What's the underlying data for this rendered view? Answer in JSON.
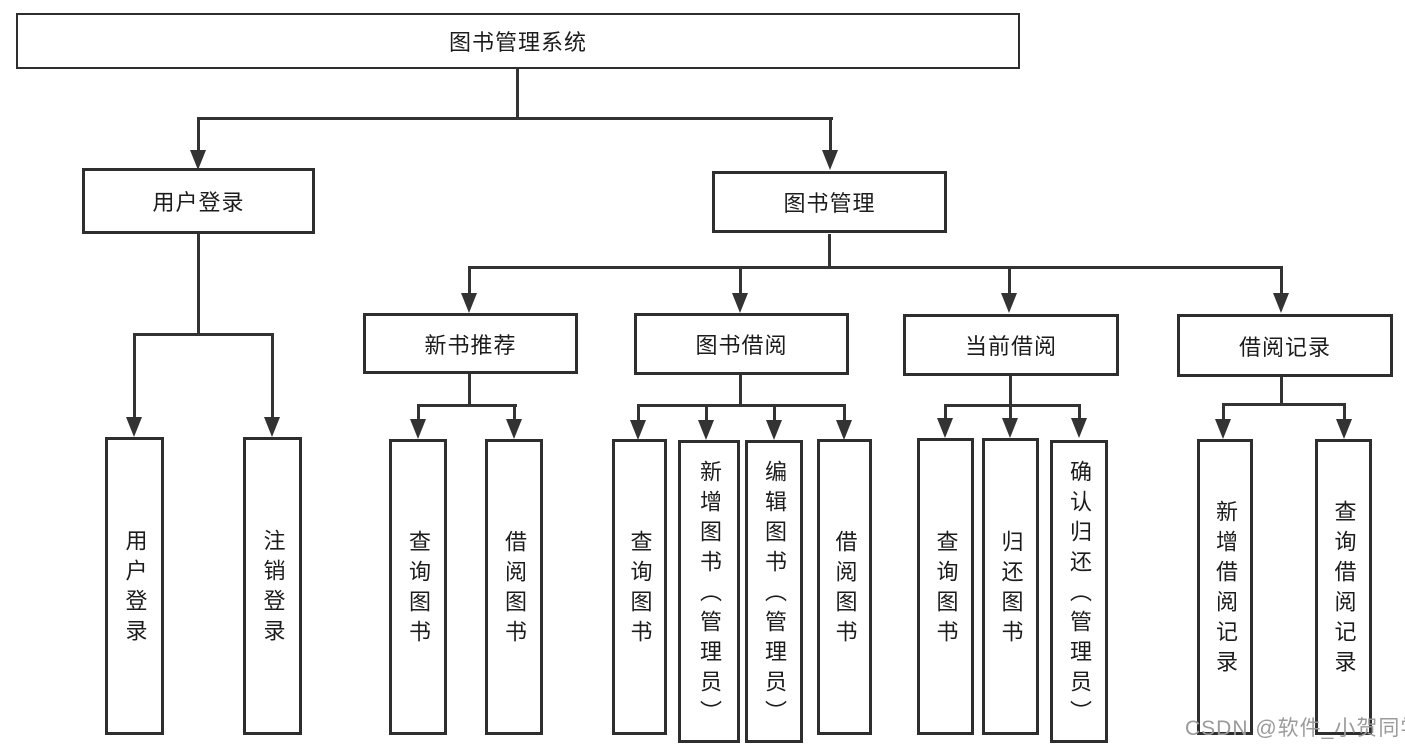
{
  "tree": {
    "root": {
      "label": "图书管理系统",
      "children": [
        {
          "label": "用户登录",
          "children": [
            {
              "label": "用户登录"
            },
            {
              "label": "注销登录"
            }
          ]
        },
        {
          "label": "图书管理",
          "children": [
            {
              "label": "新书推荐",
              "children": [
                {
                  "label": "查询图书"
                },
                {
                  "label": "借阅图书"
                }
              ]
            },
            {
              "label": "图书借阅",
              "children": [
                {
                  "label": "查询图书"
                },
                {
                  "label": "新增图书（管理员）"
                },
                {
                  "label": "编辑图书（管理员）"
                },
                {
                  "label": "借阅图书"
                }
              ]
            },
            {
              "label": "当前借阅",
              "children": [
                {
                  "label": "查询图书"
                },
                {
                  "label": "归还图书"
                },
                {
                  "label": "确认归还（管理员）"
                }
              ]
            },
            {
              "label": "借阅记录",
              "children": [
                {
                  "label": "新增借阅记录"
                },
                {
                  "label": "查询借阅记录"
                }
              ]
            }
          ]
        }
      ]
    }
  },
  "watermark": {
    "text": "CSDN @软件_小贺同学"
  },
  "colors": {
    "line": "#333333",
    "box_border": "#2e2e2e",
    "box_background": "#ffffff",
    "text": "#1c1c1c",
    "watermark": "#9b9b9b",
    "background": "#ffffff"
  }
}
